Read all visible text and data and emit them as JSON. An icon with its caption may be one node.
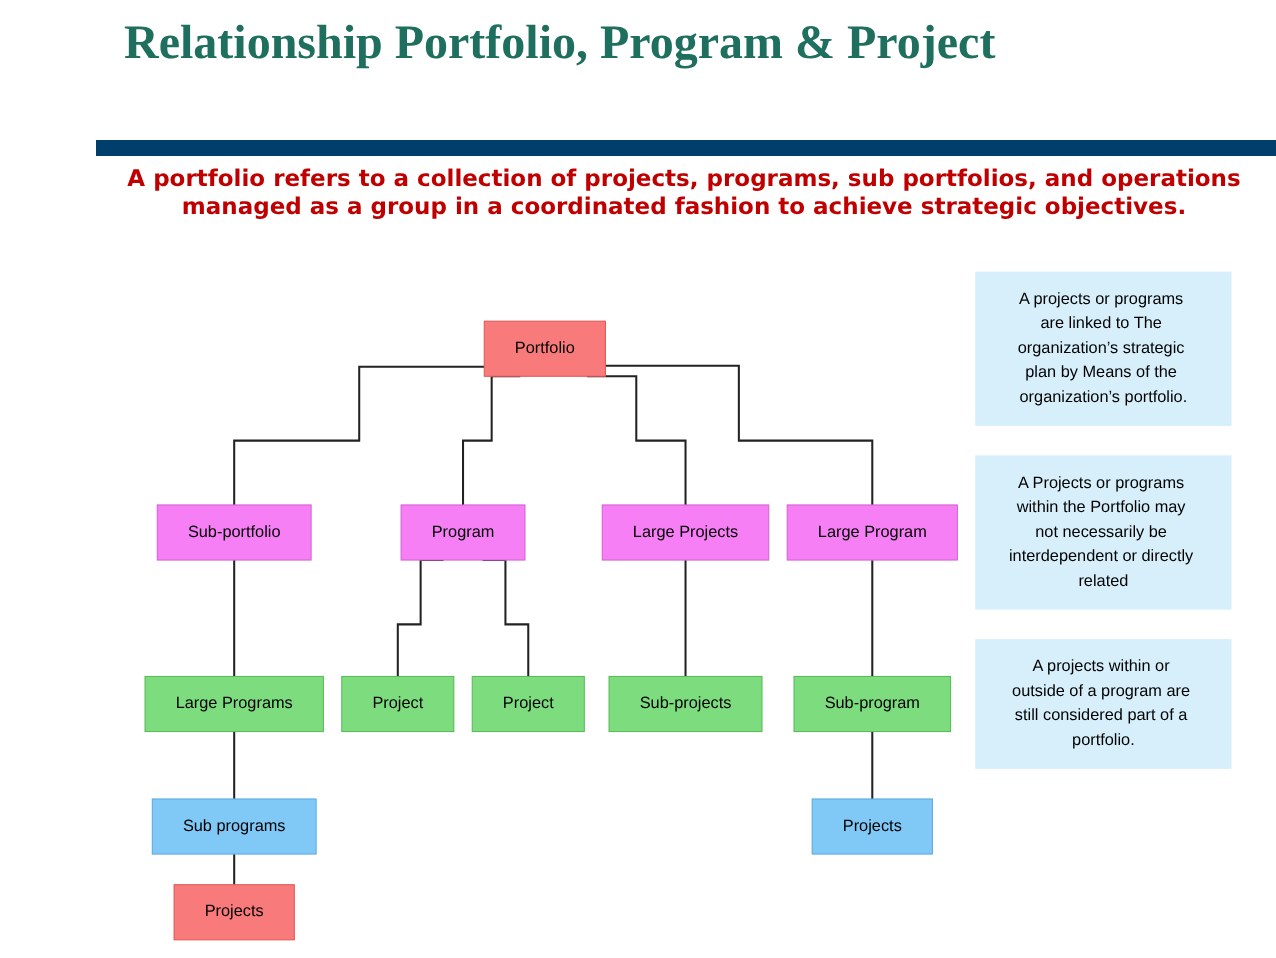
{
  "diagram": {
    "title": "Relationship Portfolio, Program & Project",
    "nodes": [
      {
        "text": [
          "Portfolio"
        ]
      },
      {
        "text": [
          "Sub-portfolio"
        ]
      },
      {
        "text": [
          "Program"
        ]
      },
      {
        "text": [
          "Large Projects"
        ]
      },
      {
        "text": [
          "Large Program"
        ]
      },
      {
        "text": [
          "Large Programs"
        ]
      },
      {
        "text": [
          "Project"
        ]
      },
      {
        "text": [
          "Project"
        ]
      },
      {
        "text": [
          "Sub-projects"
        ]
      },
      {
        "text": [
          "Sub-program"
        ]
      },
      {
        "text": [
          "Sub programs"
        ]
      },
      {
        "text": [
          "Projects"
        ]
      },
      {
        "text": [
          "Projects"
        ]
      },
      {
        "text": [
          "A projects or programs are linked to The organization’s strategic plan by Means of the organization’s portfolio."
        ]
      },
      {
        "text": [
          "A Projects or programs within the Portfolio may not necessarily be interdependent or directly related"
        ]
      },
      {
        "text": [
          "A projects within or outside of a program are still considered part of a portfolio."
        ]
      }
    ],
    "edges": [
      {
        "from": 0,
        "to": 1,
        "arrow": "none"
      },
      {
        "from": 0,
        "to": 2,
        "arrow": "none"
      },
      {
        "from": 0,
        "to": 3,
        "arrow": "none"
      },
      {
        "from": 0,
        "to": 4,
        "arrow": "none"
      },
      {
        "from": 1,
        "to": 5,
        "arrow": "none"
      },
      {
        "from": 2,
        "to": 6,
        "arrow": "none"
      },
      {
        "from": 2,
        "to": 7,
        "arrow": "none"
      },
      {
        "from": 3,
        "to": 8,
        "arrow": "none"
      },
      {
        "from": 4,
        "to": 9,
        "arrow": "none"
      },
      {
        "from": 5,
        "to": 10,
        "arrow": "none"
      },
      {
        "from": 10,
        "to": 11,
        "arrow": "none"
      },
      {
        "from": 9,
        "to": 12,
        "arrow": "none"
      }
    ],
    "labels": [
      "A portfolio refers to a collection of projects, programs, sub portfolios, and operations managed as a group in a coordinated fashion to achieve strategic objectives."
    ]
  }
}
